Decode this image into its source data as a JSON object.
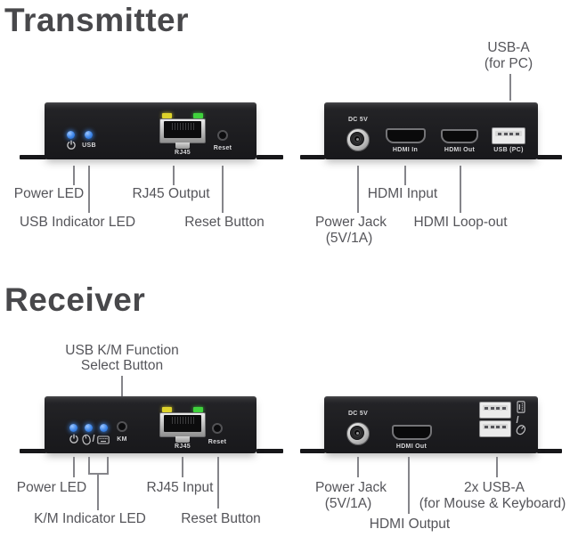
{
  "sections": {
    "transmitter": {
      "heading": "Transmitter",
      "front": {
        "panel_labels": {
          "usb": "USB",
          "rj45": "RJ45",
          "reset": "Reset"
        },
        "callouts": {
          "power_led": "Power LED",
          "usb_indicator_led": "USB Indicator LED",
          "rj45_output": "RJ45 Output",
          "reset_button": "Reset Button"
        }
      },
      "rear": {
        "panel_labels": {
          "dc": "DC 5V",
          "hdmi_in": "HDMI In",
          "hdmi_out": "HDMI Out",
          "usb_pc": "USB (PC)"
        },
        "callouts": {
          "usb_a_line1": "USB-A",
          "usb_a_line2": "(for PC)",
          "hdmi_input": "HDMI Input",
          "power_jack_line1": "Power Jack",
          "power_jack_line2": "(5V/1A)",
          "hdmi_loop_out": "HDMI Loop-out"
        }
      }
    },
    "receiver": {
      "heading": "Receiver",
      "front": {
        "panel_labels": {
          "km": "KM",
          "rj45": "RJ45",
          "reset": "Reset",
          "sep": "/"
        },
        "callouts": {
          "km_select_line1": "USB K/M Function",
          "km_select_line2": "Select Button",
          "power_led": "Power LED",
          "km_indicator_led": "K/M Indicator LED",
          "rj45_input": "RJ45 Input",
          "reset_button": "Reset Button"
        }
      },
      "rear": {
        "panel_labels": {
          "dc": "DC 5V",
          "hdmi_out": "HDMI Out",
          "sep": "/"
        },
        "callouts": {
          "power_jack_line1": "Power Jack",
          "power_jack_line2": "(5V/1A)",
          "hdmi_output": "HDMI Output",
          "usb_2x_line1": "2x USB-A",
          "usb_2x_line2": "(for Mouse & Keyboard)"
        }
      }
    }
  },
  "colors": {
    "heading_text": "#48484b",
    "callout_text": "#55555a",
    "callout_line": "#85858a",
    "device_body": "#1d1d20",
    "led_blue": "#3d85e8",
    "led_yellow": "#ded32b",
    "led_green": "#3fd23c",
    "usb_port": "#ebebeb"
  }
}
